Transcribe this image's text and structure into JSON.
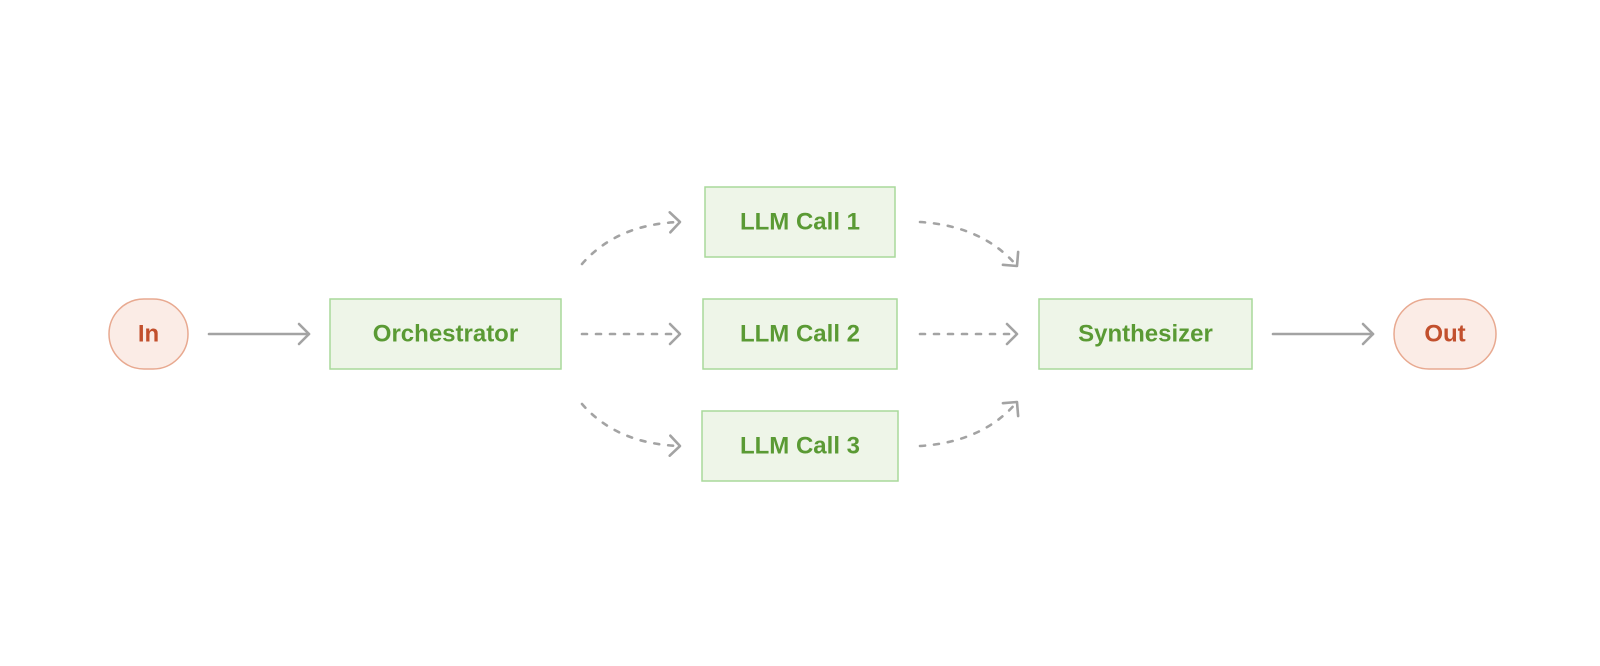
{
  "diagram": {
    "nodes": {
      "input": {
        "label": "In"
      },
      "orchestrator": {
        "label": "Orchestrator"
      },
      "llm_call_1": {
        "label": "LLM Call 1"
      },
      "llm_call_2": {
        "label": "LLM Call 2"
      },
      "llm_call_3": {
        "label": "LLM Call 3"
      },
      "synthesizer": {
        "label": "Synthesizer"
      },
      "output": {
        "label": "Out"
      }
    },
    "colors": {
      "terminal_fill": "#fbece6",
      "terminal_stroke": "#e8a990",
      "terminal_text": "#c2502d",
      "process_fill": "#eef5e8",
      "process_stroke": "#a9d99a",
      "process_text": "#5a9a34",
      "arrow": "#a3a3a3"
    }
  }
}
